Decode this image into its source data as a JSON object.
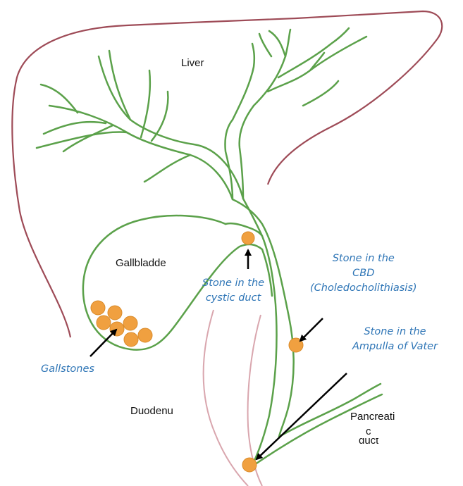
{
  "labels": {
    "liver": "Liver",
    "gallbladder": "Gallbladde",
    "duodenum": "Duodenu",
    "pancreatic_1": "Pancreati",
    "pancreatic_2": "c",
    "pancreatic_3": "duct"
  },
  "annotations": {
    "gallstones": "Gallstones",
    "cystic": [
      "Stone in the",
      "cystic duct"
    ],
    "cbd": [
      "Stone in the",
      "CBD",
      "(Choledocholithiasis)"
    ],
    "ampulla": [
      "Stone in the",
      "Ampulla of Vater"
    ]
  },
  "colors": {
    "liver_outline": "#9e4b57",
    "ducts": "#5ba14a",
    "stones": "#f0a040",
    "stone_outline": "#d98b2a",
    "duodenum": "#d9a6ae",
    "annotation_text": "#2e75b6",
    "arrows": "#000000"
  }
}
